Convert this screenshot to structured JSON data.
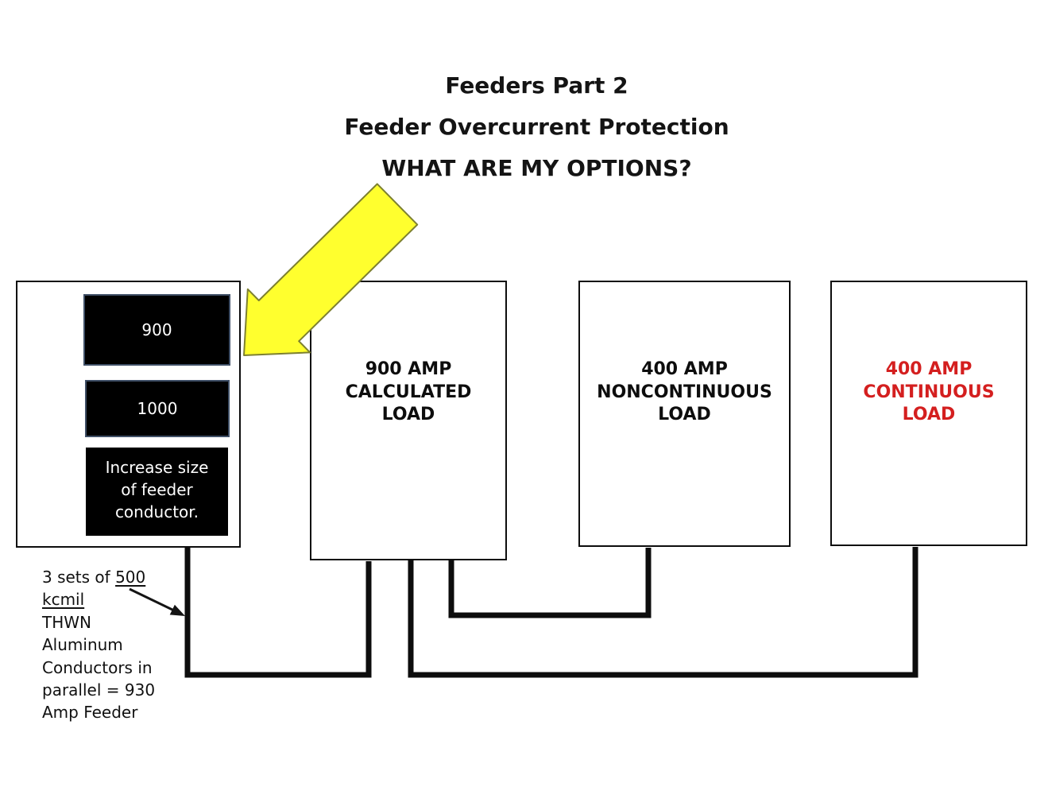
{
  "title": {
    "line1": "Feeders Part 2",
    "line2": "Feeder Overcurrent Protection",
    "line3": "WHAT ARE MY OPTIONS?"
  },
  "options_panel": {
    "breaker_option_1": "900",
    "breaker_option_2": "1000",
    "increase_note_lines": [
      "Increase size",
      "of feeder",
      "conductor."
    ]
  },
  "load_boxes": [
    {
      "id": "calculated-load",
      "lines": [
        "900 AMP",
        "CALCULATED",
        "LOAD"
      ]
    },
    {
      "id": "noncontinuous-load",
      "lines": [
        "400 AMP",
        "NONCONTINUOUS",
        "LOAD"
      ]
    },
    {
      "id": "continuous-load",
      "lines": [
        "400 AMP",
        "CONTINUOUS",
        "LOAD"
      ]
    }
  ],
  "footnote": {
    "line1_prefix": "3 sets of ",
    "line1_underlined": "500",
    "line2_underlined": "kcmil",
    "line3": "THWN",
    "line4": "Aluminum",
    "line5": "Conductors in",
    "line6": "parallel = 930",
    "line7": "Amp Feeder"
  },
  "colors": {
    "continuous_load_text": "#d41f1f",
    "highlight_arrow_fill": "#ffff2e",
    "highlight_arrow_outline": "#7d8030",
    "breaker_box_border": "#3f4f66",
    "breaker_box_fill": "#000000"
  }
}
